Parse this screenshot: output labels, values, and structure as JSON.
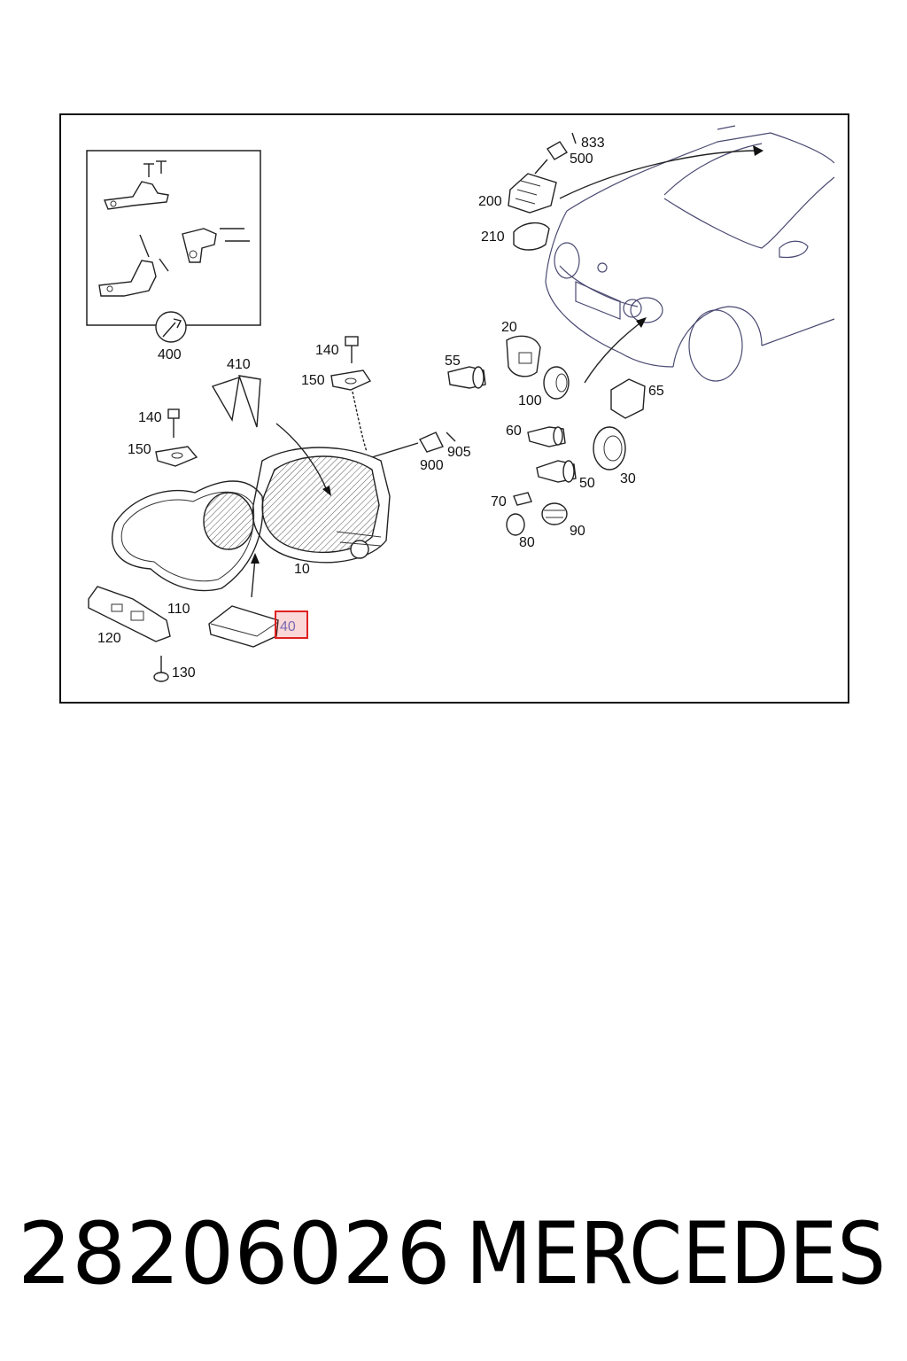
{
  "diagram": {
    "part_numbers": {
      "p833": "833",
      "p500": "500",
      "p200": "200",
      "p210": "210",
      "p140a": "140",
      "p150a": "150",
      "p410": "410",
      "p400": "400",
      "p140b": "140",
      "p150b": "150",
      "p55": "55",
      "p20": "20",
      "p100": "100",
      "p65": "65",
      "p60": "60",
      "p905": "905",
      "p900": "900",
      "p50": "50",
      "p30": "30",
      "p70": "70",
      "p90": "90",
      "p80": "80",
      "p10": "10",
      "p110": "110",
      "p120": "120",
      "p130": "130",
      "p40": "40"
    },
    "highlighted_part": "40",
    "highlight_color": "#e02020"
  },
  "caption": {
    "part_number": "28206026",
    "brand": "MERCEDES"
  }
}
